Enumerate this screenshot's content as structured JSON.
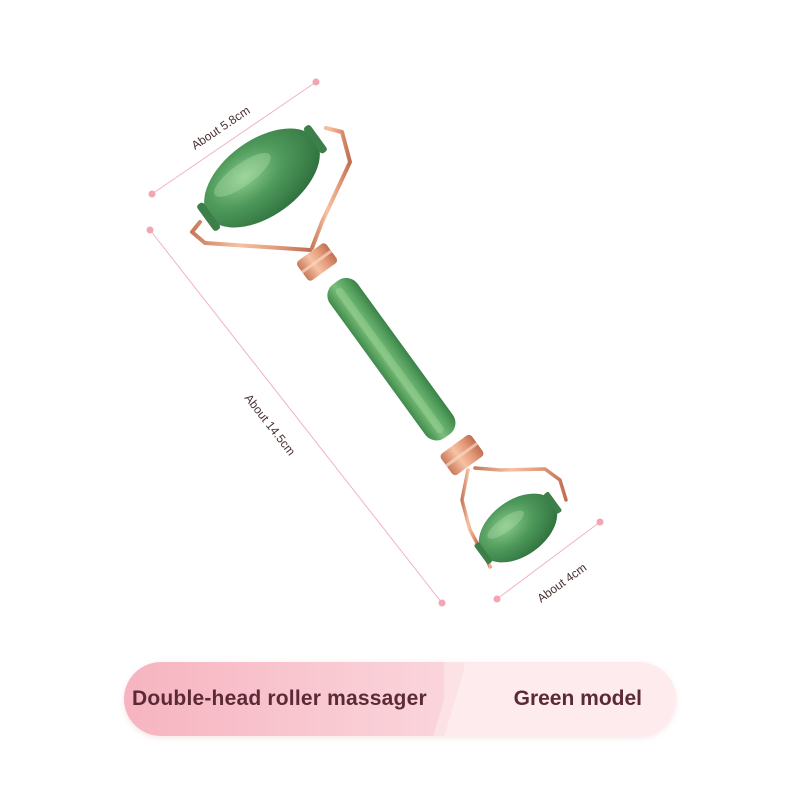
{
  "dimensions": {
    "width_label": "About 5.8cm",
    "length_label": "About 14.5cm",
    "small_width_label": "About 4cm"
  },
  "banner": {
    "product_name": "Double-head roller massager",
    "model": "Green model"
  },
  "colors": {
    "jade": "#4f9a5c",
    "rose_gold": "#e7a07e",
    "dimension_line": "#f2b3bd",
    "banner_pink": "#f7bcc6",
    "banner_text": "#5b2a36"
  }
}
